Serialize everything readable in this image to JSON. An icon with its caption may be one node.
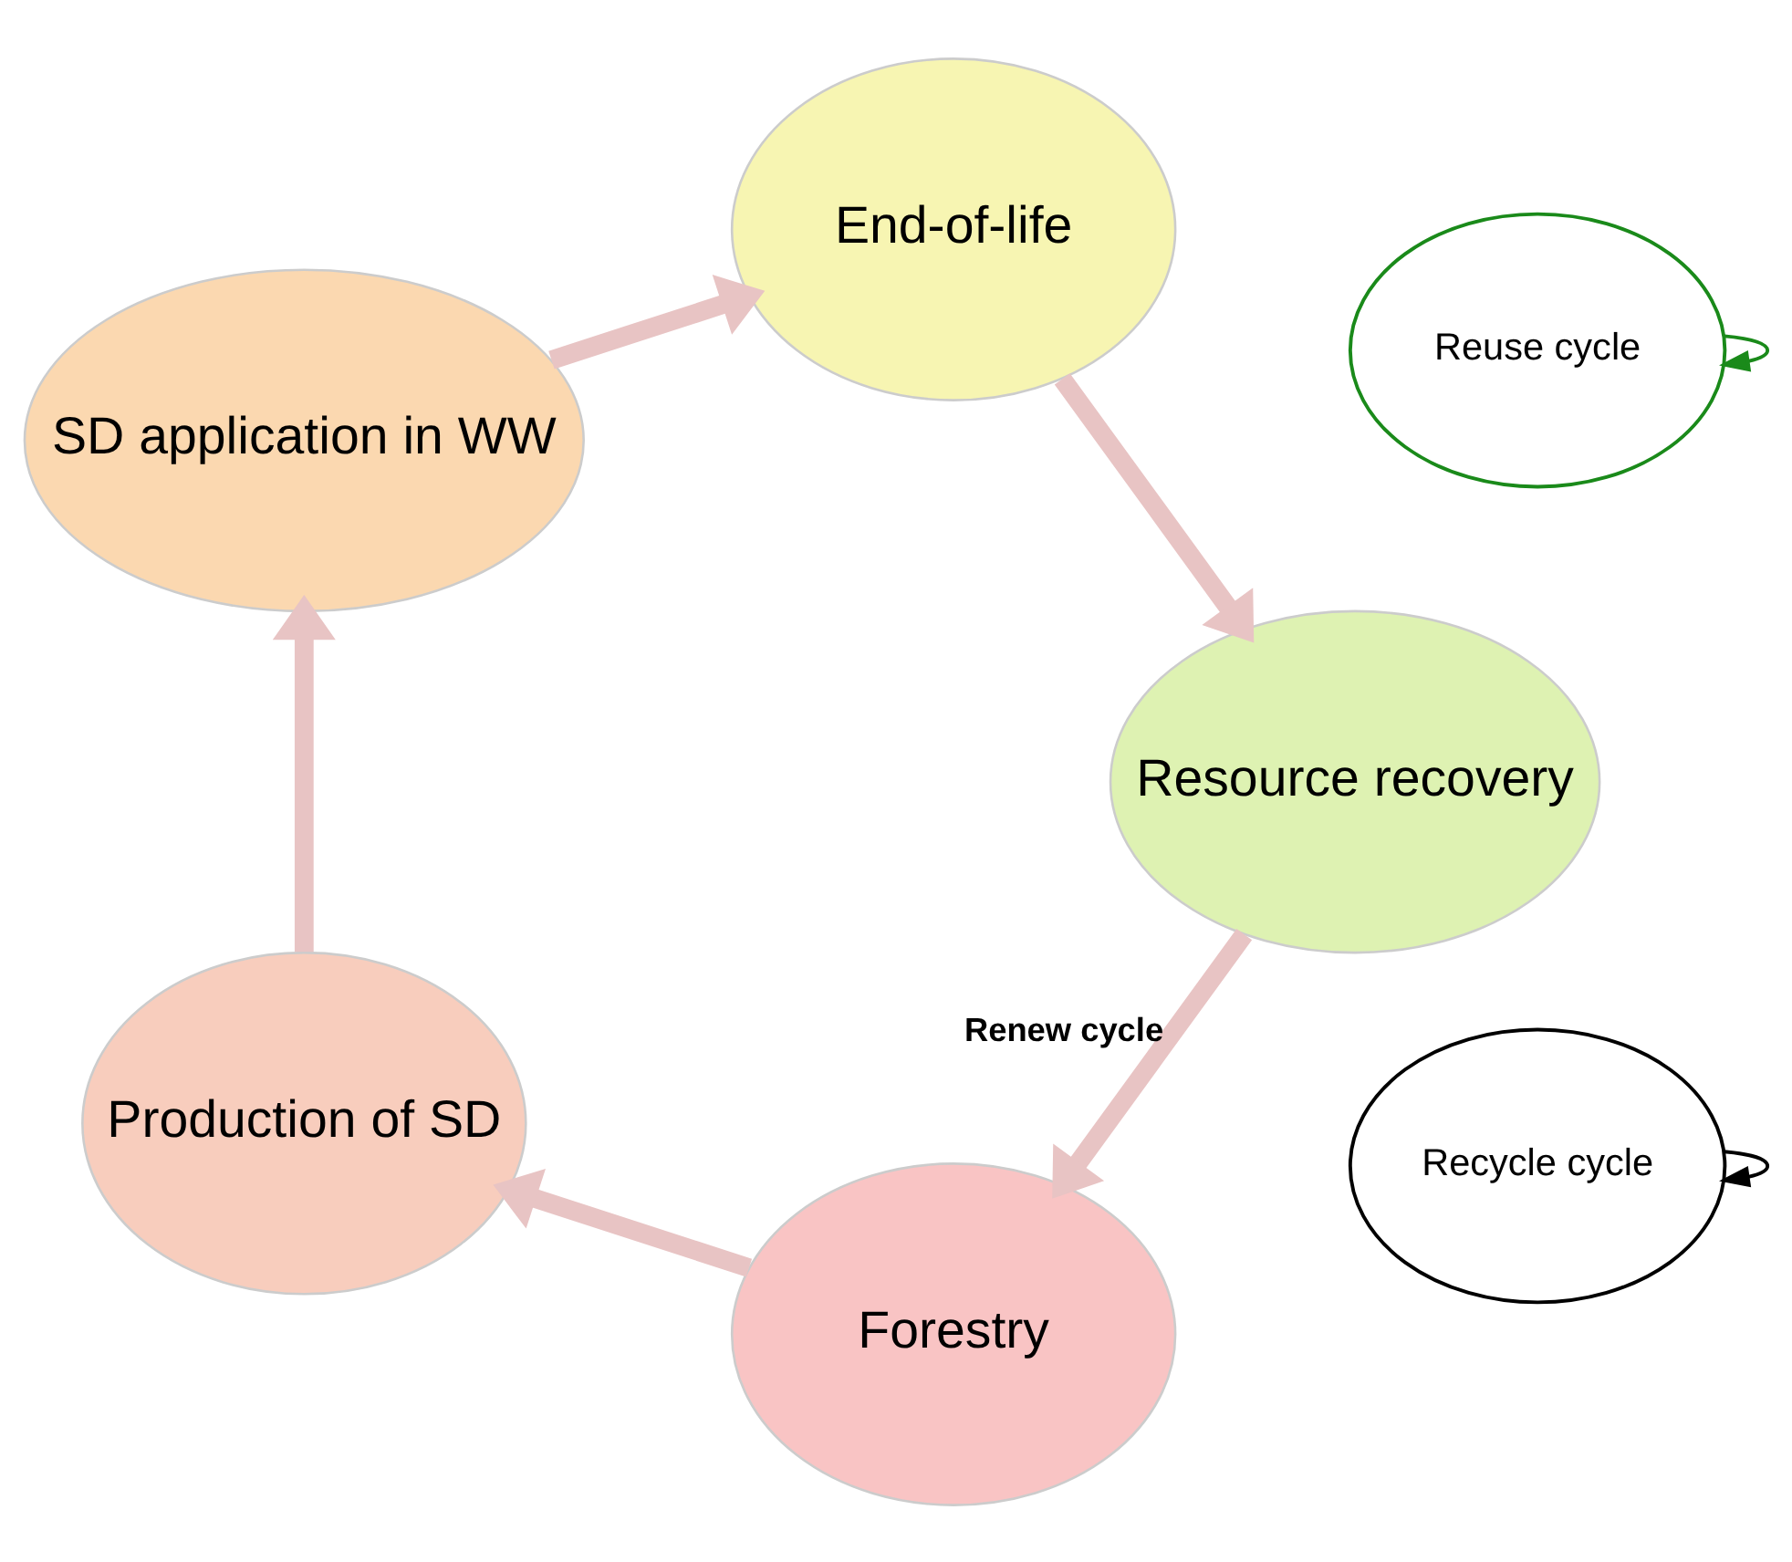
{
  "diagram": {
    "nodes": [
      {
        "text": [
          "Forestry"
        ]
      },
      {
        "text": [
          "Production of SD"
        ]
      },
      {
        "text": [
          "SD application in WW"
        ]
      },
      {
        "text": [
          "End-of-life"
        ]
      },
      {
        "text": [
          "Resource recovery"
        ]
      },
      {
        "text": [
          "Recycle cycle"
        ]
      },
      {
        "text": [
          "Reuse cycle"
        ]
      }
    ],
    "edges": [
      {
        "from": 0,
        "to": 1,
        "arrow": "to"
      },
      {
        "from": 1,
        "to": 2,
        "arrow": "to"
      },
      {
        "from": 2,
        "to": 3,
        "arrow": "to"
      },
      {
        "from": 3,
        "to": 4,
        "arrow": "to"
      },
      {
        "from": 4,
        "to": 0,
        "arrow": "to",
        "label": "Renew cycle"
      },
      {
        "from": 5,
        "to": 5,
        "arrow": "to",
        "color": "#000000"
      },
      {
        "from": 6,
        "to": 6,
        "arrow": "to",
        "color": "#1a8a1a"
      }
    ]
  }
}
